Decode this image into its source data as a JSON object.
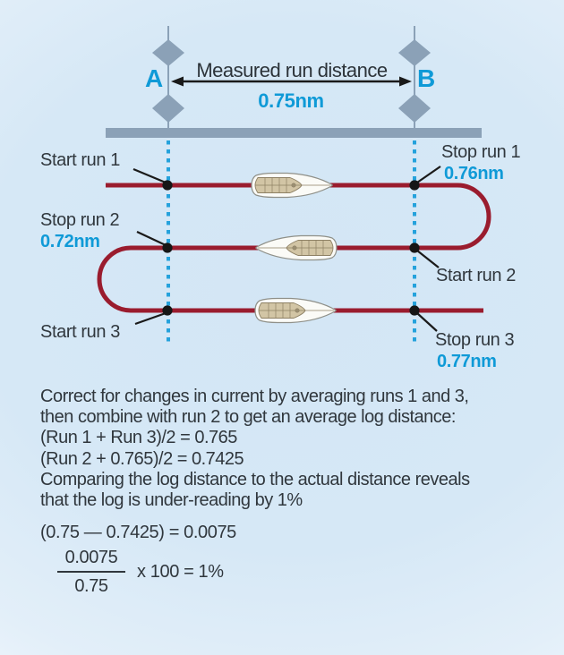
{
  "palette": {
    "accent_cyan": "#0f9ad7",
    "track_red": "#9a1c2e",
    "slate_gray": "#8ba1b7",
    "ink": "#30373d"
  },
  "header": {
    "measured_label": "Measured run distance",
    "measured_value": "0.75nm",
    "mark_a": "A",
    "mark_b": "B"
  },
  "run_labels": {
    "start_run_1": "Start run 1",
    "stop_run_1": "Stop run 1",
    "stop_run_1_value": "0.76nm",
    "stop_run_2": "Stop run 2",
    "stop_run_2_value": "0.72nm",
    "start_run_2": "Start run 2",
    "start_run_3": "Start run 3",
    "stop_run_3": "Stop run 3",
    "stop_run_3_value": "0.77nm"
  },
  "explanation": {
    "lines": [
      "Correct for changes in current by averaging runs 1 and 3,",
      "then combine with run 2 to get an average log distance:",
      "(Run 1 + Run 3)/2 = 0.765",
      "(Run 2 + 0.765)/2 = 0.7425",
      "Comparing the log distance to the actual distance reveals",
      "that the log is under-reading by 1%"
    ]
  },
  "formula": {
    "difference": "(0.75 — 0.7425) = 0.0075",
    "numerator": "0.0075",
    "denominator": "0.75",
    "multiplier": "x 100 = 1%"
  }
}
